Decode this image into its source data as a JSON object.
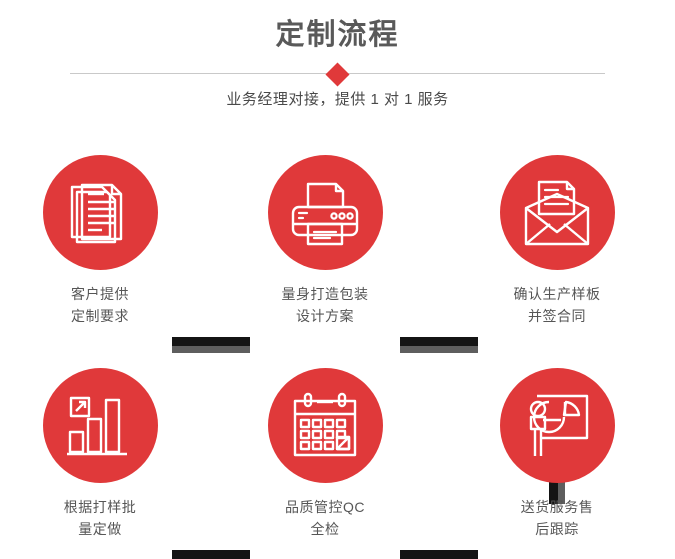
{
  "header": {
    "title": "定制流程",
    "subtitle": "业务经理对接，提供 1 对 1 服务",
    "divider_icon": "diamond-marker",
    "accent_color": "#e0393a",
    "divider_color": "#c9c9c9",
    "title_color": "#595959"
  },
  "flow": {
    "connector_color": "#141414",
    "connector_shadow_color": "#5e5e5e",
    "circle_color": "#e0393a",
    "label_color": "#565656",
    "steps": [
      {
        "id": 1,
        "icon": "documents-stack-icon",
        "label": "客户提供\n定制要求",
        "line1": "客户提供",
        "line2": "定制要求"
      },
      {
        "id": 2,
        "icon": "printer-icon",
        "label": "量身打造包装\n设计方案",
        "line1": "量身打造包装",
        "line2": "设计方案"
      },
      {
        "id": 3,
        "icon": "envelope-letter-icon",
        "label": "确认生产样板\n并签合同",
        "line1": "确认生产样板",
        "line2": "并签合同"
      },
      {
        "id": 4,
        "icon": "bar-chart-growth-icon",
        "label": "根据打样批\n量定做",
        "line1": "根据打样批",
        "line2": "量定做"
      },
      {
        "id": 5,
        "icon": "calendar-check-icon",
        "label": "品质管控QC\n全检",
        "line1": "品质管控QC",
        "line2": "全检"
      },
      {
        "id": 6,
        "icon": "presentation-pie-chart-icon",
        "label": "送货服务售\n后跟踪",
        "line1": "送货服务售",
        "line2": "后跟踪"
      }
    ],
    "connectors": [
      {
        "id": "h1",
        "direction": "horizontal",
        "from": 1,
        "to": 2
      },
      {
        "id": "h2",
        "direction": "horizontal",
        "from": 2,
        "to": 3
      },
      {
        "id": "v1",
        "direction": "vertical",
        "from": 3,
        "to": 6
      },
      {
        "id": "h3",
        "direction": "horizontal",
        "from": 4,
        "to": 5
      },
      {
        "id": "h4",
        "direction": "horizontal",
        "from": 5,
        "to": 6
      }
    ]
  }
}
